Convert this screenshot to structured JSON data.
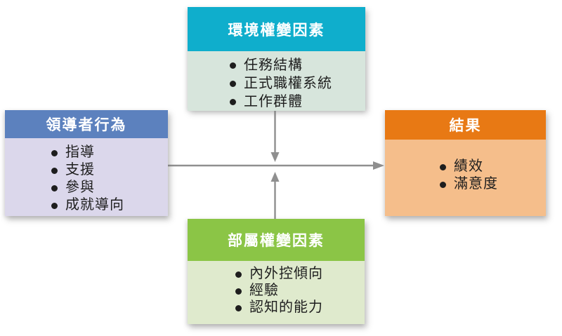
{
  "diagram": {
    "title": "path-goal-theory-model",
    "boxes": {
      "environment": {
        "title": "環境權變因素",
        "items": [
          "任務結構",
          "正式職權系統",
          "工作群體"
        ],
        "header_color": "#0FAECC",
        "body_color": "#D7E5DC"
      },
      "leader": {
        "title": "領導者行為",
        "items": [
          "指導",
          "支援",
          "參與",
          "成就導向"
        ],
        "header_color": "#5C81BE",
        "body_color": "#DBD7EB"
      },
      "outcomes": {
        "title": "結果",
        "items": [
          "績效",
          "滿意度"
        ],
        "header_color": "#E87914",
        "body_color": "#F5BE8B"
      },
      "subordinate": {
        "title": "部屬權變因素",
        "items": [
          "內外控傾向",
          "經驗",
          "認知的能力"
        ],
        "header_color": "#8BC546",
        "body_color": "#DFEACD"
      }
    },
    "arrow_color": "#8F8F8F",
    "text_color": "#1E1E1E",
    "background_color": "#FFFFFF"
  }
}
